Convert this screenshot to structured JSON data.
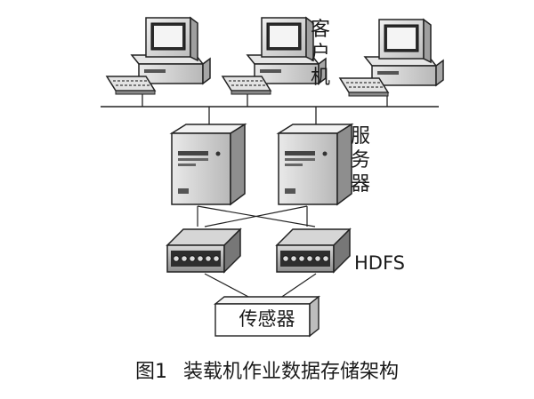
{
  "labels": {
    "client": "客户机",
    "server": "服务器",
    "hdfs": "HDFS",
    "sensor": "传感器"
  },
  "caption": {
    "number": "图1",
    "title": "装载机作业数据存储架构"
  },
  "icons": {
    "client": "desktop-computer-icon",
    "server": "tower-server-icon",
    "storage": "storage-array-icon",
    "sensor": "sensor-box-icon"
  }
}
